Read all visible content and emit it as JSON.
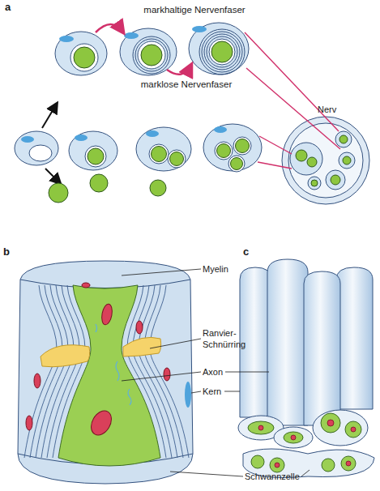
{
  "diagram": {
    "labels": [
      "a",
      "markhaltige Nervenfaser",
      "marklose Nervenfaser",
      "Nerv",
      "b",
      "c",
      "Myelin",
      "Ranvier-Schnürring",
      "Axon",
      "Kern",
      "Schwannzelle"
    ]
  }
}
